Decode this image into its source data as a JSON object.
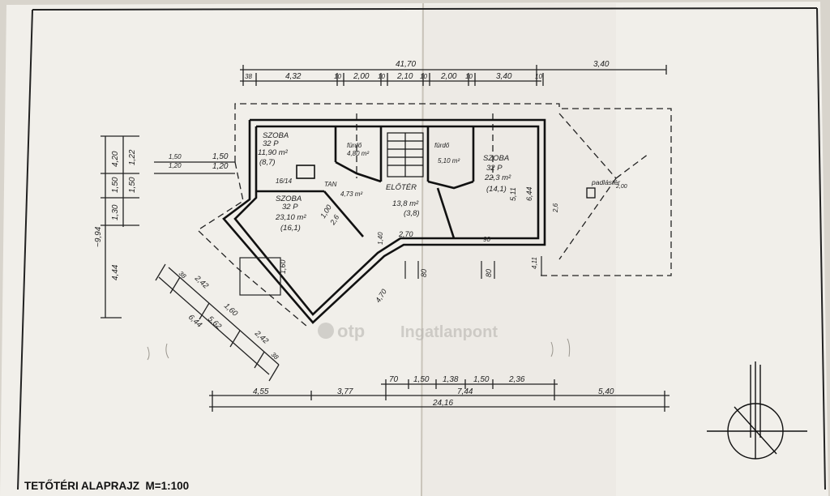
{
  "title": "TETŐTÉRI ALAPRAJZ  M=1:100",
  "watermark": {
    "brand": "otp",
    "suffix": "Ingatlanpont"
  },
  "top_dims": {
    "overall": "41,70",
    "right": "3,40",
    "segments": [
      "38",
      "4,32",
      "10",
      "2,00",
      "10",
      "2,10",
      "10",
      "2,00",
      "10",
      "3,40",
      "10"
    ]
  },
  "bottom_dims": {
    "upper": [
      "70",
      "1,50",
      "1,38",
      "1,50",
      "2,36"
    ],
    "lower": [
      "4,55",
      "3,77",
      "7,44",
      "5,40"
    ],
    "overall": "24,16"
  },
  "left_dims": {
    "total": "~9,94",
    "outer": [
      "4,20",
      "1,50",
      "1,30",
      "4,44"
    ],
    "inner": [
      "1,22",
      "1,50"
    ],
    "mid": [
      "1,50",
      "1,20"
    ]
  },
  "diag_dims": {
    "a": [
      "38",
      "2,42",
      "1,60",
      "2,42",
      "38"
    ],
    "b": [
      "5,62",
      "6,44"
    ]
  },
  "rooms": [
    {
      "name": "SZOBA",
      "lines": [
        "32 P",
        "11,90 m²",
        "(8,7)"
      ]
    },
    {
      "name": "fürdő",
      "lines": [
        "4,80 m²"
      ]
    },
    {
      "name": "TAN",
      "lines": [
        "4,73 m²"
      ]
    },
    {
      "name": "SZOBA",
      "lines": [
        "32 P",
        "23,10 m²",
        "(16,1)"
      ]
    },
    {
      "name": "ELŐTÉR",
      "lines": [
        "13,8 m²",
        "(3,8)"
      ]
    },
    {
      "name": "fürdő",
      "lines": [
        "5,10 m²"
      ]
    },
    {
      "name": "SZOBA",
      "lines": [
        "32 P",
        "22,3 m²",
        "(14,1)"
      ]
    },
    {
      "name": "padlástér",
      "lines": [
        "2,00"
      ]
    }
  ],
  "misc_labels": [
    "1,50",
    "1,20",
    "16/14",
    "4,70",
    "1,00",
    "2,6",
    "2,70",
    "80",
    "90",
    "4,11",
    "6,44",
    "5,11",
    "1,60",
    "1,40",
    "2,6",
    "80"
  ]
}
